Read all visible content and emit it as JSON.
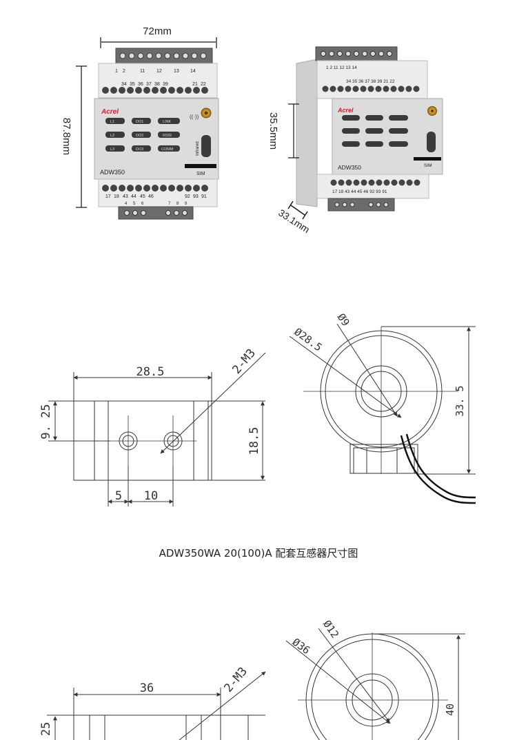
{
  "product": {
    "brand": "Acrel",
    "model": "ADW350",
    "sim_label": "SIM",
    "infrared_label": "Infrared",
    "leds": [
      "L1",
      "DO1",
      "LINK",
      "L2",
      "DO2",
      "RSSI",
      "L3",
      "DO3",
      "COMM"
    ],
    "terminals_top_row1": [
      "1",
      "2",
      "11",
      "12",
      "13",
      "14"
    ],
    "terminals_top_row2": [
      "34",
      "35",
      "36",
      "37",
      "38",
      "39",
      "21",
      "22"
    ],
    "terminals_bottom_row1": [
      "17",
      "18",
      "43",
      "44",
      "45",
      "46",
      "92",
      "93",
      "91"
    ],
    "terminals_bottom_row2": [
      "4",
      "5",
      "6",
      "7",
      "8",
      "9"
    ]
  },
  "module_dims": {
    "width": "72mm",
    "height": "87.8mm",
    "depth_front": "35.5mm",
    "depth_side": "33.1mm"
  },
  "ct_20a": {
    "length": "28.5",
    "side_offset": "9. 25",
    "height": "18.5",
    "hole_gap_1": "5",
    "hole_gap_2": "10",
    "screw": "2-M3",
    "outer_dia": "Ø28.5",
    "inner_dia": "Ø9",
    "ring_height": "33. 5"
  },
  "caption": "ADW350WA 20(100)A 配套互感器尺寸图",
  "ct_next": {
    "length": "36",
    "side_offset": "25",
    "screw": "2-M3",
    "outer_dia": "Ø36",
    "inner_dia": "Ø12",
    "ring_height": "40"
  }
}
